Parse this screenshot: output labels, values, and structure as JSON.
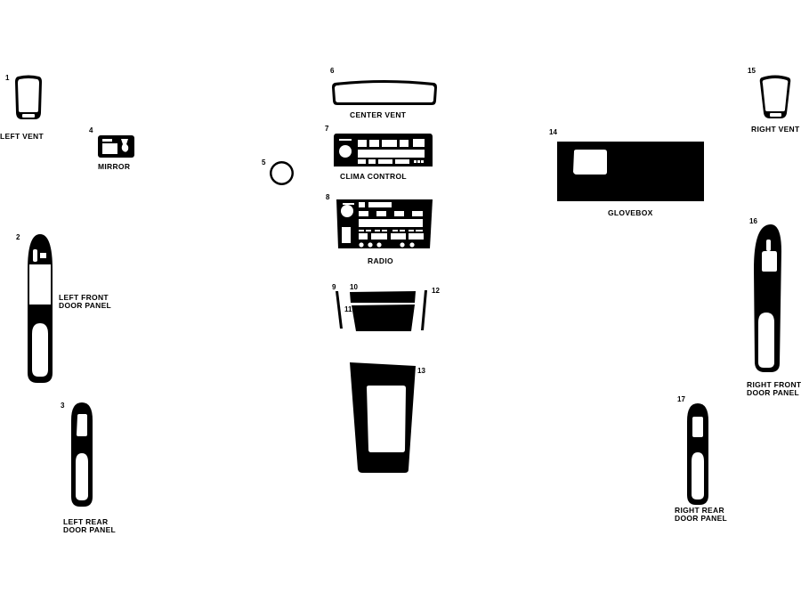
{
  "diagram": {
    "type": "dash-kit-layout",
    "colors": {
      "piece": "#000000",
      "cutout": "#ffffff",
      "background": "#ffffff"
    },
    "pieces": [
      {
        "number": "1",
        "label": "LEFT VENT"
      },
      {
        "number": "2",
        "label": "LEFT FRONT\nDOOR PANEL"
      },
      {
        "number": "3",
        "label": "LEFT REAR\nDOOR PANEL"
      },
      {
        "number": "4",
        "label": "MIRROR"
      },
      {
        "number": "5",
        "label": ""
      },
      {
        "number": "6",
        "label": "CENTER VENT"
      },
      {
        "number": "7",
        "label": "CLIMA CONTROL"
      },
      {
        "number": "8",
        "label": "RADIO"
      },
      {
        "number": "9",
        "label": ""
      },
      {
        "number": "10",
        "label": ""
      },
      {
        "number": "11",
        "label": ""
      },
      {
        "number": "12",
        "label": ""
      },
      {
        "number": "13",
        "label": ""
      },
      {
        "number": "14",
        "label": "GLOVEBOX"
      },
      {
        "number": "15",
        "label": "RIGHT VENT"
      },
      {
        "number": "16",
        "label": "RIGHT FRONT\nDOOR PANEL"
      },
      {
        "number": "17",
        "label": "RIGHT REAR\nDOOR PANEL"
      }
    ]
  }
}
